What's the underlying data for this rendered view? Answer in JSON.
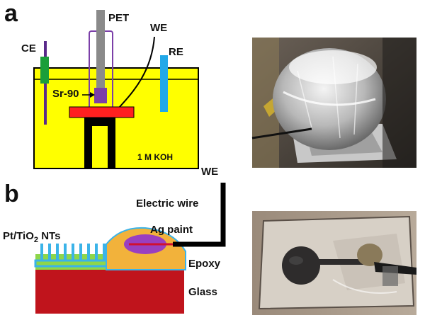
{
  "figure": {
    "panel_a": {
      "letter": "a",
      "labels": {
        "ce": "CE",
        "pet": "PET",
        "we": "WE",
        "re": "RE",
        "source": "Sr-90",
        "electrolyte": "1 M KOH"
      },
      "colors": {
        "electrolyte": "#ffff00",
        "ce_electrode": "#1a9e3a",
        "ce_rod": "#5a2a8a",
        "pet_rod": "#8a8a8a",
        "pet_holder": "#7b3fa8",
        "source": "#7b3fa8",
        "electrode": "#ff2020",
        "stand": "#000000",
        "re_electrode": "#22a8e8"
      },
      "photo_icon": "beaker-photo"
    },
    "panel_b": {
      "letter": "b",
      "labels": {
        "we": "WE",
        "wire": "Electric wire",
        "nts_main": "Pt/TiO",
        "nts_sub": "2",
        "nts_tail": " NTs",
        "ag": "Ag paint",
        "epoxy": "Epoxy",
        "glass": "Glass"
      },
      "colors": {
        "glass": "#c0141c",
        "epoxy_layer": "#8ed64a",
        "nanotubes": "#3bb3e8",
        "epoxy_dome": "#f2b23b",
        "ag_paint": "#9a3fc0",
        "wire_inner": "#d01030",
        "wire": "#000000"
      },
      "photo_icon": "electrode-photo"
    }
  }
}
